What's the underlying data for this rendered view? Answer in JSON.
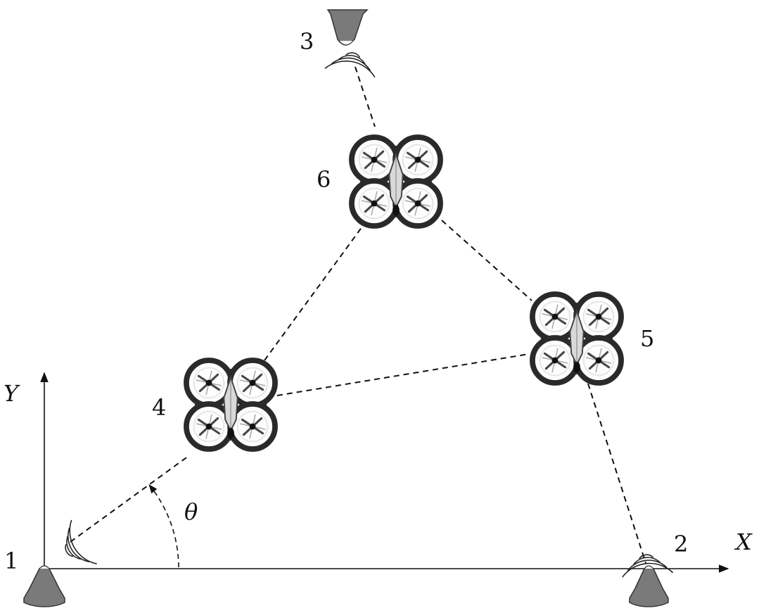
{
  "axes": {
    "x_label": "X",
    "y_label": "Y"
  },
  "angle_label": "θ",
  "anchors": [
    {
      "id": "1",
      "label": "1"
    },
    {
      "id": "2",
      "label": "2"
    },
    {
      "id": "3",
      "label": "3"
    }
  ],
  "drones": [
    {
      "id": "4",
      "label": "4"
    },
    {
      "id": "5",
      "label": "5"
    },
    {
      "id": "6",
      "label": "6"
    }
  ],
  "links": [
    {
      "from": "1",
      "to": "4"
    },
    {
      "from": "4",
      "to": "6"
    },
    {
      "from": "4",
      "to": "5"
    },
    {
      "from": "6",
      "to": "5"
    },
    {
      "from": "3",
      "to": "6"
    },
    {
      "from": "5",
      "to": "2"
    }
  ],
  "colors": {
    "anchor_fill": "#7a7a7a",
    "line": "#111111",
    "drone_frame": "#2a2a2a"
  }
}
